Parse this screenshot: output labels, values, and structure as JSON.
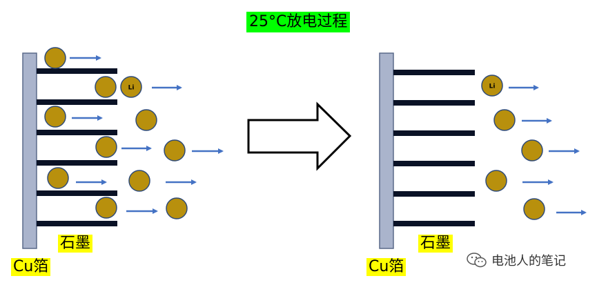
{
  "title": "25°C放电过程",
  "left_panel": {
    "graphite_label": "石墨",
    "cu_label": "Cu箔"
  },
  "right_panel": {
    "graphite_label": "石墨",
    "cu_label": "Cu箔"
  },
  "ion_label": "Li",
  "watermark_text": "电池人的笔记",
  "colors": {
    "title_bg": "#00ff00",
    "label_bg": "#ffff00",
    "collector_fill": "#aab4cc",
    "layer_fill": "#0a1226",
    "ion_fill": "#b8900d",
    "ion_stroke": "#2e4a78",
    "arrow": "#4472c4"
  },
  "icons": [
    "wechat-icon",
    "big-arrow-icon"
  ]
}
